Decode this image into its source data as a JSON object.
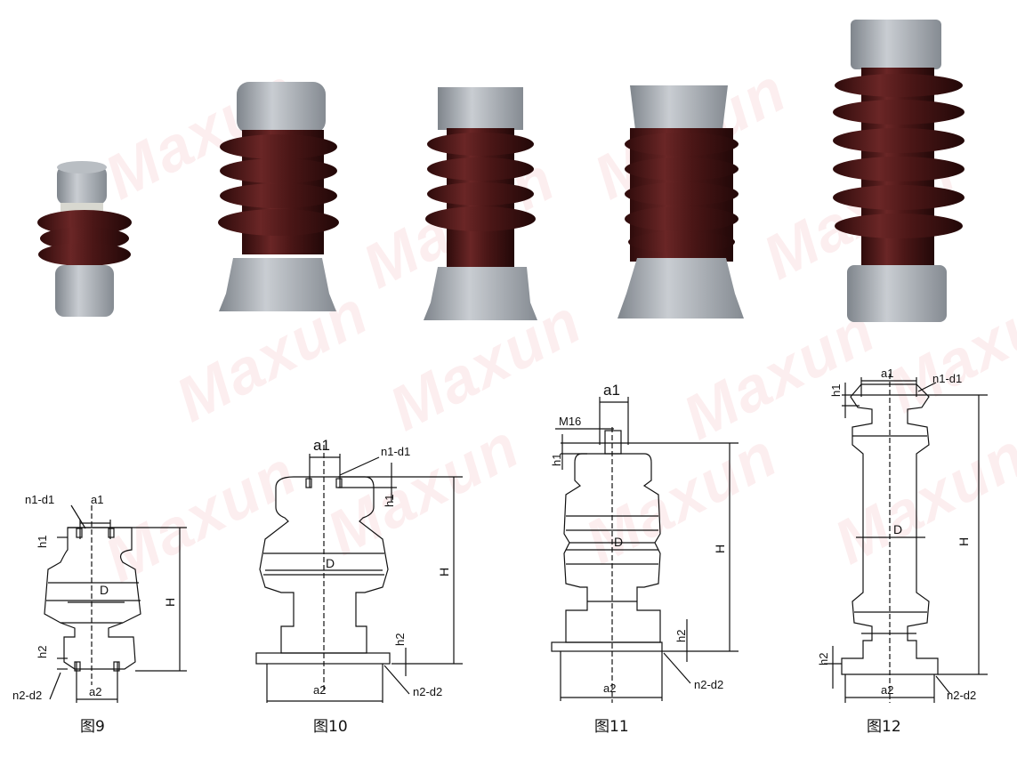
{
  "watermark": {
    "text": "Maxun",
    "color": "#e8858f"
  },
  "colors": {
    "porcelain": "#5a1e1e",
    "metal": "#a8adb3",
    "line": "#111111"
  },
  "figures": [
    {
      "caption": "图9",
      "labels": {
        "n1d1": "n1-d1",
        "a1": "a1",
        "h1": "h1",
        "D": "D",
        "H": "H",
        "h2": "h2",
        "n2d2": "n2-d2",
        "a2": "a2"
      }
    },
    {
      "caption": "图10",
      "labels": {
        "a1": "a1",
        "n1d1": "n1-d1",
        "h1": "h1",
        "D": "D",
        "H": "H",
        "h2": "h2",
        "a2": "a2",
        "n2d2": "n2-d2"
      }
    },
    {
      "caption": "图11",
      "labels": {
        "a1": "a1",
        "M16": "M16",
        "h1": "h1",
        "D": "D",
        "H": "H",
        "h2": "h2",
        "a2": "a2",
        "n2d2": "n2-d2"
      }
    },
    {
      "caption": "图12",
      "labels": {
        "h1": "h1",
        "a1": "a1",
        "n1d1": "n1-d1",
        "D": "D",
        "H": "H",
        "h2": "h2",
        "a2": "a2",
        "n2d2": "n2-d2"
      }
    }
  ]
}
